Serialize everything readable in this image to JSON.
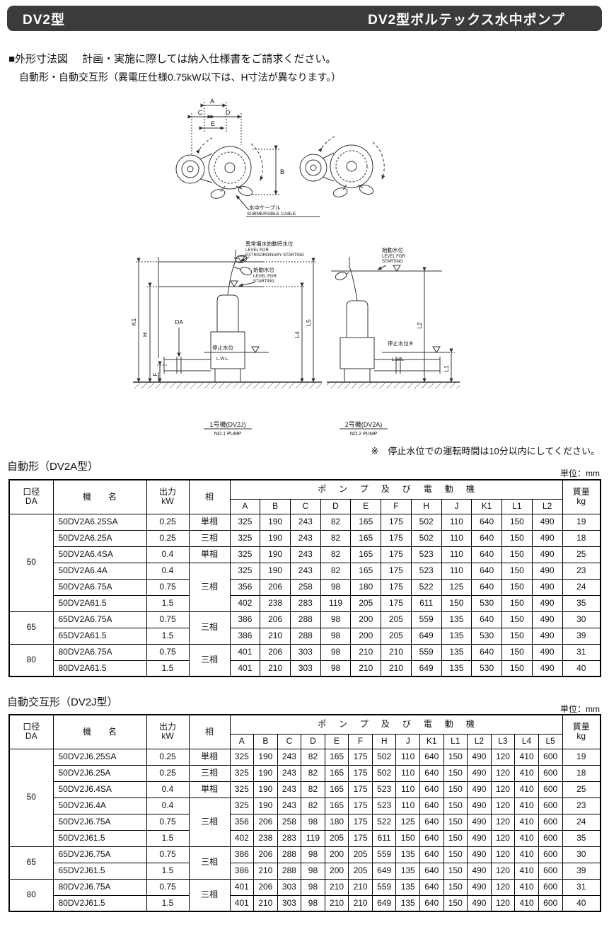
{
  "header": {
    "model": "DV2型",
    "product": "DV2型ボルテックス水中ポンプ"
  },
  "intro": {
    "section_title": "■外形寸法図",
    "section_note": "計画・実施に際しては納入仕様書をご請求ください。",
    "subtitle": "自動形・自動交互形（異電圧仕様0.75kW以下は、H寸法が異なります。）"
  },
  "note": "※　停止水位での運転時間は10分以内にしてください。",
  "diagram": {
    "dim_a": "A",
    "dim_b": "B",
    "dim_c": "C",
    "dim_d": "D",
    "dim_e": "E",
    "dim_k1": "K1",
    "dim_h": "H",
    "dim_f": "F",
    "dim_da": "DA",
    "dim_l1": "L1",
    "dim_l2": "L2",
    "dim_l4": "L4",
    "dim_l5": "L5",
    "cable_jp": "水中ケーブル",
    "cable_en": "SUBMERSIBLE CABLE",
    "extra_level_jp": "異常増水始動時水位",
    "extra_level_en1": "LEVEL FOR",
    "extra_level_en2": "EXTRAORDINARY STARTING",
    "start_level_jp": "始動水位",
    "start_level_en1": "LEVEL FOR",
    "start_level_en2": "STARTING",
    "stop_level_jp": "停止水位",
    "stop_level_en": "L.W.L.",
    "stop_level2_jp": "停止水位※",
    "stop_level2_en": "L.W.L.",
    "pump1_jp": "1号機(DV2J)",
    "pump1_en": "NO.1 PUMP",
    "pump2_jp": "2号機(DV2A)",
    "pump2_en": "NO.2 PUMP"
  },
  "tables": [
    {
      "title": "自動形（DV2A型）",
      "unit": "単位：mm",
      "col_bore": "口径\nDA",
      "col_model": "機　　名",
      "col_power": "出力\nkW",
      "col_phase": "相",
      "col_group": "ポンプ及び電動機",
      "col_weight": "質量\nkg",
      "dim_cols": [
        "A",
        "B",
        "C",
        "D",
        "E",
        "F",
        "H",
        "J",
        "K1",
        "L1",
        "L2"
      ],
      "groups": [
        {
          "bore": "50",
          "rows": [
            {
              "model": "50DV2A6.25SA",
              "power": "0.25",
              "phase": "単相",
              "phase_span": 1,
              "dims": [
                "325",
                "190",
                "243",
                "82",
                "165",
                "175",
                "502",
                "110",
                "640",
                "150",
                "490"
              ],
              "weight": "19"
            },
            {
              "model": "50DV2A6.25A",
              "power": "0.25",
              "phase": "三相",
              "phase_span": 1,
              "dims": [
                "325",
                "190",
                "243",
                "82",
                "165",
                "175",
                "502",
                "110",
                "640",
                "150",
                "490"
              ],
              "weight": "18"
            },
            {
              "model": "50DV2A6.4SA",
              "power": "0.4",
              "phase": "単相",
              "phase_span": 1,
              "dims": [
                "325",
                "190",
                "243",
                "82",
                "165",
                "175",
                "523",
                "110",
                "640",
                "150",
                "490"
              ],
              "weight": "25"
            },
            {
              "model": "50DV2A6.4A",
              "power": "0.4",
              "phase": "三相",
              "phase_span": 3,
              "dims": [
                "325",
                "190",
                "243",
                "82",
                "165",
                "175",
                "523",
                "110",
                "640",
                "150",
                "490"
              ],
              "weight": "23"
            },
            {
              "model": "50DV2A6.75A",
              "power": "0.75",
              "dims": [
                "356",
                "206",
                "258",
                "98",
                "180",
                "175",
                "522",
                "125",
                "640",
                "150",
                "490"
              ],
              "weight": "24"
            },
            {
              "model": "50DV2A61.5",
              "power": "1.5",
              "dims": [
                "402",
                "238",
                "283",
                "119",
                "205",
                "175",
                "611",
                "150",
                "530",
                "150",
                "490"
              ],
              "weight": "35"
            }
          ]
        },
        {
          "bore": "65",
          "rows": [
            {
              "model": "65DV2A6.75A",
              "power": "0.75",
              "phase": "三相",
              "phase_span": 2,
              "dims": [
                "386",
                "206",
                "288",
                "98",
                "200",
                "205",
                "559",
                "135",
                "640",
                "150",
                "490"
              ],
              "weight": "30"
            },
            {
              "model": "65DV2A61.5",
              "power": "1.5",
              "dims": [
                "386",
                "210",
                "288",
                "98",
                "200",
                "205",
                "649",
                "135",
                "530",
                "150",
                "490"
              ],
              "weight": "39"
            }
          ]
        },
        {
          "bore": "80",
          "rows": [
            {
              "model": "80DV2A6.75A",
              "power": "0.75",
              "phase": "三相",
              "phase_span": 2,
              "dims": [
                "401",
                "206",
                "303",
                "98",
                "210",
                "210",
                "559",
                "135",
                "640",
                "150",
                "490"
              ],
              "weight": "31"
            },
            {
              "model": "80DV2A61.5",
              "power": "1.5",
              "dims": [
                "401",
                "210",
                "303",
                "98",
                "210",
                "210",
                "649",
                "135",
                "530",
                "150",
                "490"
              ],
              "weight": "40"
            }
          ]
        }
      ]
    },
    {
      "title": "自動交互形（DV2J型）",
      "unit": "単位：mm",
      "col_bore": "口径\nDA",
      "col_model": "機　　名",
      "col_power": "出力\nkW",
      "col_phase": "相",
      "col_group": "ポンプ及び電動機",
      "col_weight": "質量\nkg",
      "dim_cols": [
        "A",
        "B",
        "C",
        "D",
        "E",
        "F",
        "H",
        "J",
        "K1",
        "L1",
        "L2",
        "L3",
        "L4",
        "L5"
      ],
      "groups": [
        {
          "bore": "50",
          "rows": [
            {
              "model": "50DV2J6.25SA",
              "power": "0.25",
              "phase": "単相",
              "phase_span": 1,
              "dims": [
                "325",
                "190",
                "243",
                "82",
                "165",
                "175",
                "502",
                "110",
                "640",
                "150",
                "490",
                "120",
                "410",
                "600"
              ],
              "weight": "19"
            },
            {
              "model": "50DV2J6.25A",
              "power": "0.25",
              "phase": "三相",
              "phase_span": 1,
              "dims": [
                "325",
                "190",
                "243",
                "82",
                "165",
                "175",
                "502",
                "110",
                "640",
                "150",
                "490",
                "120",
                "410",
                "600"
              ],
              "weight": "18"
            },
            {
              "model": "50DV2J6.4SA",
              "power": "0.4",
              "phase": "単相",
              "phase_span": 1,
              "dims": [
                "325",
                "190",
                "243",
                "82",
                "165",
                "175",
                "523",
                "110",
                "640",
                "150",
                "490",
                "120",
                "410",
                "600"
              ],
              "weight": "25"
            },
            {
              "model": "50DV2J6.4A",
              "power": "0.4",
              "phase": "三相",
              "phase_span": 3,
              "dims": [
                "325",
                "190",
                "243",
                "82",
                "165",
                "175",
                "523",
                "110",
                "640",
                "150",
                "490",
                "120",
                "410",
                "600"
              ],
              "weight": "23"
            },
            {
              "model": "50DV2J6.75A",
              "power": "0.75",
              "dims": [
                "356",
                "206",
                "258",
                "98",
                "180",
                "175",
                "522",
                "125",
                "640",
                "150",
                "490",
                "120",
                "410",
                "600"
              ],
              "weight": "24"
            },
            {
              "model": "50DV2J61.5",
              "power": "1.5",
              "dims": [
                "402",
                "238",
                "283",
                "119",
                "205",
                "175",
                "611",
                "150",
                "640",
                "150",
                "490",
                "120",
                "410",
                "600"
              ],
              "weight": "35"
            }
          ]
        },
        {
          "bore": "65",
          "rows": [
            {
              "model": "65DV2J6.75A",
              "power": "0.75",
              "phase": "三相",
              "phase_span": 2,
              "dims": [
                "386",
                "206",
                "288",
                "98",
                "200",
                "205",
                "559",
                "135",
                "640",
                "150",
                "490",
                "120",
                "410",
                "600"
              ],
              "weight": "30"
            },
            {
              "model": "65DV2J61.5",
              "power": "1.5",
              "dims": [
                "386",
                "210",
                "288",
                "98",
                "200",
                "205",
                "649",
                "135",
                "640",
                "150",
                "490",
                "120",
                "410",
                "600"
              ],
              "weight": "39"
            }
          ]
        },
        {
          "bore": "80",
          "rows": [
            {
              "model": "80DV2J6.75A",
              "power": "0.75",
              "phase": "三相",
              "phase_span": 2,
              "dims": [
                "401",
                "206",
                "303",
                "98",
                "210",
                "210",
                "559",
                "135",
                "640",
                "150",
                "490",
                "120",
                "410",
                "600"
              ],
              "weight": "31"
            },
            {
              "model": "80DV2J61.5",
              "power": "1.5",
              "dims": [
                "401",
                "210",
                "303",
                "98",
                "210",
                "210",
                "649",
                "135",
                "640",
                "150",
                "490",
                "120",
                "410",
                "600"
              ],
              "weight": "40"
            }
          ]
        }
      ]
    }
  ]
}
